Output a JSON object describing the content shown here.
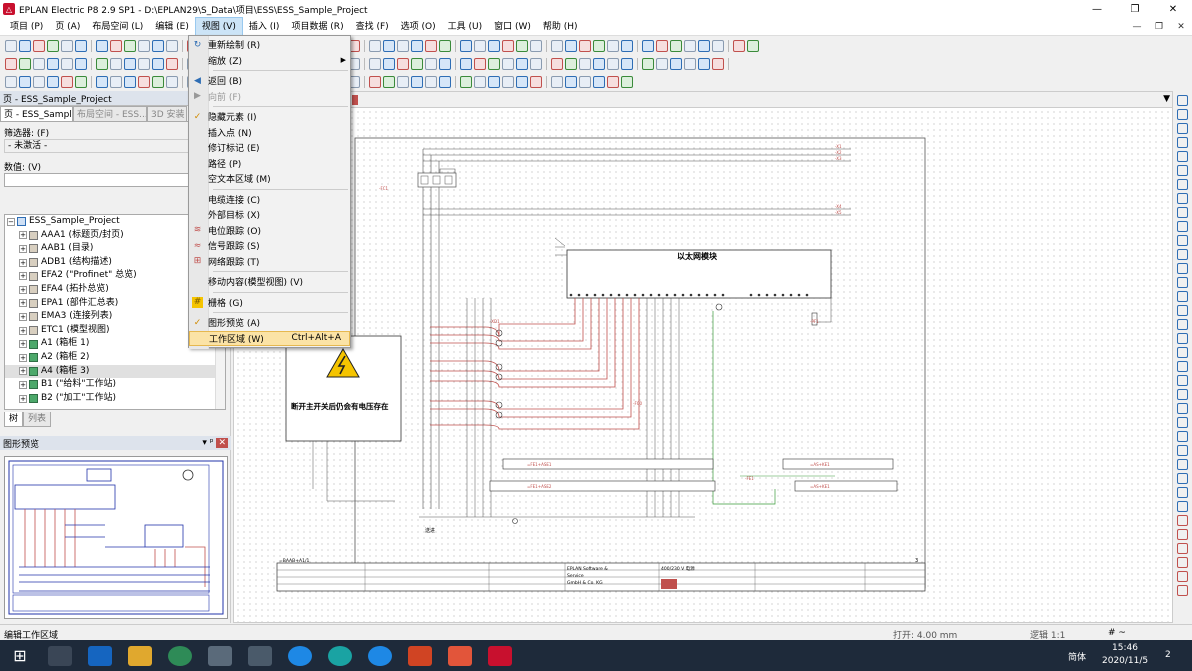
{
  "window": {
    "title": "EPLAN Electric P8 2.9 SP1 - D:\\EPLAN29\\S_Data\\项目\\ESS\\ESS_Sample_Project",
    "minimize": "—",
    "maximize": "❐",
    "close": "✕"
  },
  "menu": [
    "项目 (P)",
    "页 (A)",
    "布局空间 (L)",
    "编辑 (E)",
    "视图 (V)",
    "插入 (I)",
    "项目数据 (R)",
    "查找 (F)",
    "选项 (O)",
    "工具 (U)",
    "窗口 (W)",
    "帮助 (H)"
  ],
  "page_panel": {
    "title": "页 - ESS_Sample_Project",
    "tabs": [
      "页 - ESS_Sampl...",
      "布局空间 - ESS...",
      "3D 安装"
    ],
    "filter_label": "筛选器: (F)",
    "filter_value": "- 未激活 -",
    "value_label": "数值: (V)",
    "tree": [
      {
        "label": "ESS_Sample_Project",
        "type": "project"
      },
      {
        "label": "AAA1 (标题页/封页)",
        "type": "folder"
      },
      {
        "label": "AAB1 (目录)",
        "type": "folder"
      },
      {
        "label": "ADB1 (结构描述)",
        "type": "folder"
      },
      {
        "label": "EFA2 (\"Profinet\" 总览)",
        "type": "folder"
      },
      {
        "label": "EFA4 (拓扑总览)",
        "type": "folder"
      },
      {
        "label": "EPA1 (部件汇总表)",
        "type": "folder"
      },
      {
        "label": "EMA3 (连接列表)",
        "type": "folder"
      },
      {
        "label": "ETC1 (模型视图)",
        "type": "folder"
      },
      {
        "label": "A1 (箱柜 1)",
        "type": "cabinet"
      },
      {
        "label": "A2 (箱柜 2)",
        "type": "cabinet"
      },
      {
        "label": "A4 (箱柜 3)",
        "type": "cabinet"
      },
      {
        "label": "B1 (\"给料\"工作站)",
        "type": "cabinet"
      },
      {
        "label": "B2 (\"加工\"工作站)",
        "type": "cabinet"
      }
    ],
    "bottom_tabs": [
      "树",
      "列表"
    ]
  },
  "preview_panel": {
    "title": "图形预览",
    "pin": "▾ ᵖ",
    "close": "✕"
  },
  "view_menu": [
    {
      "label": "重新绘制 (R)",
      "icon": "refresh-icon",
      "type": "item"
    },
    {
      "label": "缩放 (Z)",
      "icon": "",
      "type": "submenu"
    },
    {
      "type": "sep"
    },
    {
      "label": "返回 (B)",
      "icon": "back-icon",
      "type": "item"
    },
    {
      "label": "向前 (F)",
      "icon": "forward-icon",
      "type": "disabled"
    },
    {
      "type": "sep"
    },
    {
      "label": "隐藏元素 (I)",
      "icon": "check-icon",
      "type": "checked"
    },
    {
      "label": "插入点 (N)",
      "icon": "",
      "type": "item"
    },
    {
      "label": "修订标记 (E)",
      "icon": "",
      "type": "item"
    },
    {
      "label": "路径 (P)",
      "icon": "",
      "type": "item"
    },
    {
      "label": "空文本区域 (M)",
      "icon": "",
      "type": "item"
    },
    {
      "type": "sep"
    },
    {
      "label": "电缆连接 (C)",
      "icon": "",
      "type": "item"
    },
    {
      "label": "外部目标 (X)",
      "icon": "",
      "type": "item"
    },
    {
      "label": "电位跟踪 (O)",
      "icon": "potential-trace-icon",
      "type": "item"
    },
    {
      "label": "信号跟踪 (S)",
      "icon": "signal-trace-icon",
      "type": "item"
    },
    {
      "label": "网络跟踪 (T)",
      "icon": "network-trace-icon",
      "type": "item"
    },
    {
      "type": "sep"
    },
    {
      "label": "移动内容(模型视图) (V)",
      "icon": "",
      "type": "item"
    },
    {
      "type": "sep"
    },
    {
      "label": "栅格 (G)",
      "icon": "grid-icon",
      "type": "item"
    },
    {
      "type": "sep"
    },
    {
      "label": "图形预览 (A)",
      "icon": "check-icon",
      "type": "checked"
    },
    {
      "label": "工作区域 (W)",
      "icon": "",
      "type": "highlighted",
      "shortcut": "Ctrl+Alt+A"
    }
  ],
  "schematic": {
    "plc_label": "以太网模块",
    "warning_text": "断开主开关后仍会有电压存在",
    "bottom_label": "送进",
    "title_company_1": "EPLAN Software &",
    "title_company_2": "Service",
    "title_company_3": "GmbH & Co. KG",
    "title_desc": "400/230 V 电源",
    "sheet_num": "3",
    "ref": "=BAAB+A1/1"
  },
  "status": {
    "left": "编辑工作区域",
    "snap": "打开: 4.00 mm",
    "logic": "逻辑 1:1",
    "hash": "# ~"
  },
  "taskbar": {
    "time": "15:46",
    "date": "2020/11/5",
    "lang": "简体",
    "notif": "2"
  },
  "colors": {
    "accent": "#2e6db4",
    "menu_highlight": "#fbe3a6",
    "red_wire": "#c0504d",
    "green_wire": "#3a9a3a",
    "blue_frame": "#2233aa"
  }
}
